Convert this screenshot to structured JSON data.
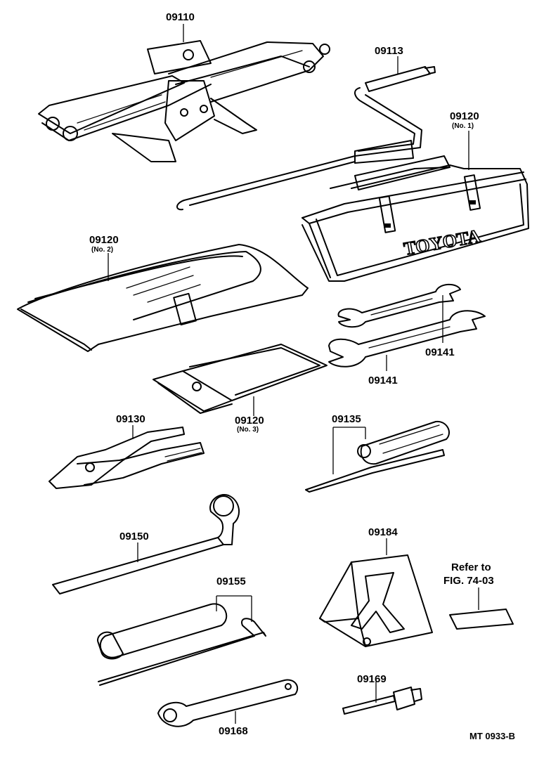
{
  "parts": {
    "jack": "09110",
    "jack_handle": "09113",
    "tool_bag_no1": "09120",
    "tool_bag_no1_sub": "(No. 1)",
    "tool_bag_no2": "09120",
    "tool_bag_no2_sub": "(No. 2)",
    "tool_bag_no3": "09120",
    "tool_bag_no3_sub": "(No. 3)",
    "wrench_upper": "09141",
    "wrench_lower": "09141",
    "pliers": "09130",
    "screwdriver": "09135",
    "wheel_nut_wrench": "09150",
    "plug_wrench": "09155",
    "wheel_chock": "09184",
    "tool_09169": "09169",
    "tool_09168": "09168"
  },
  "reference": {
    "line1": "Refer to",
    "line2": "FIG. 74-03"
  },
  "bag_brand": "TOYOTA",
  "diagram_code": "MT  0933-B"
}
